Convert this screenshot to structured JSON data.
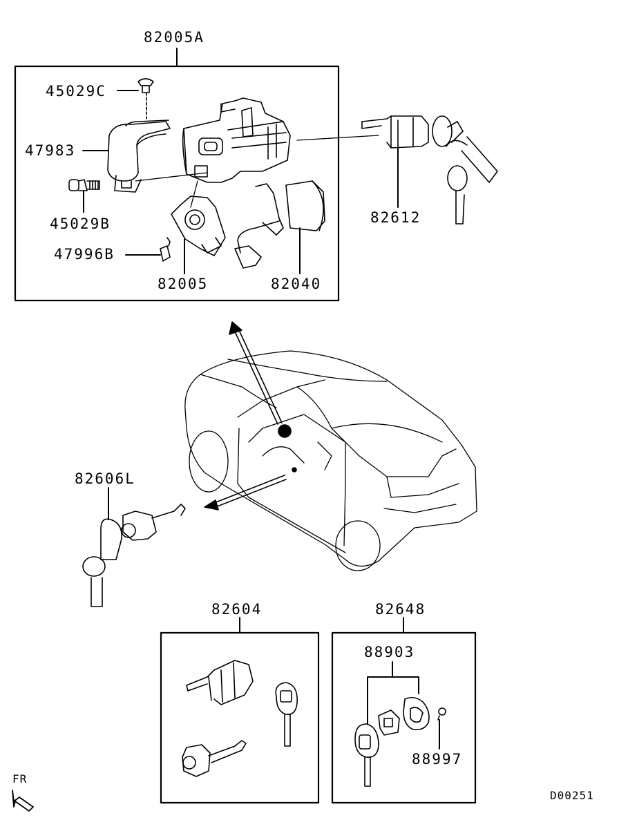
{
  "labels": {
    "top_group": "82005A",
    "bolt_upper": "45029C",
    "cover": "47983",
    "bolt_lower": "45029B",
    "screw": "47996B",
    "switch": "82005",
    "module": "82040",
    "cylinder_key": "82612",
    "door_cylinder": "82606L",
    "lock_set": "82604",
    "key_set": "82648",
    "key_parts": "88903",
    "key_screw": "88997",
    "direction": "FR",
    "diagram_code": "D00251"
  }
}
